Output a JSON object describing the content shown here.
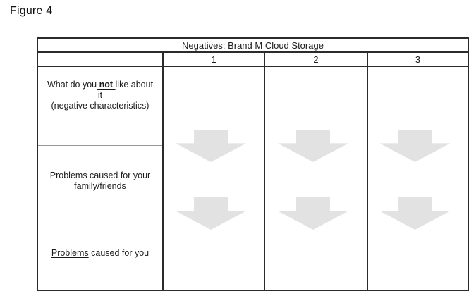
{
  "figure_label": "Figure 4",
  "table": {
    "title": "Negatives: Brand M Cloud Storage",
    "columns": [
      "1",
      "2",
      "3"
    ],
    "rows": [
      {
        "line1_pre": "What do you",
        "line1_emphasis": " not ",
        "line1_post": "like about it",
        "line2": "(negative characteristics)"
      },
      {
        "underlined": "Problems",
        "rest": " caused for your",
        "line2": "family/friends"
      },
      {
        "underlined": "Problems",
        "rest": " caused for you"
      }
    ]
  },
  "icons": {
    "down_arrow": "down-block-arrow"
  },
  "colors": {
    "border": "#2b2b2b",
    "label_row_divider": "#999999",
    "arrow_fill": "#e2e2e2",
    "text": "#1a1a1a",
    "background": "#ffffff"
  }
}
